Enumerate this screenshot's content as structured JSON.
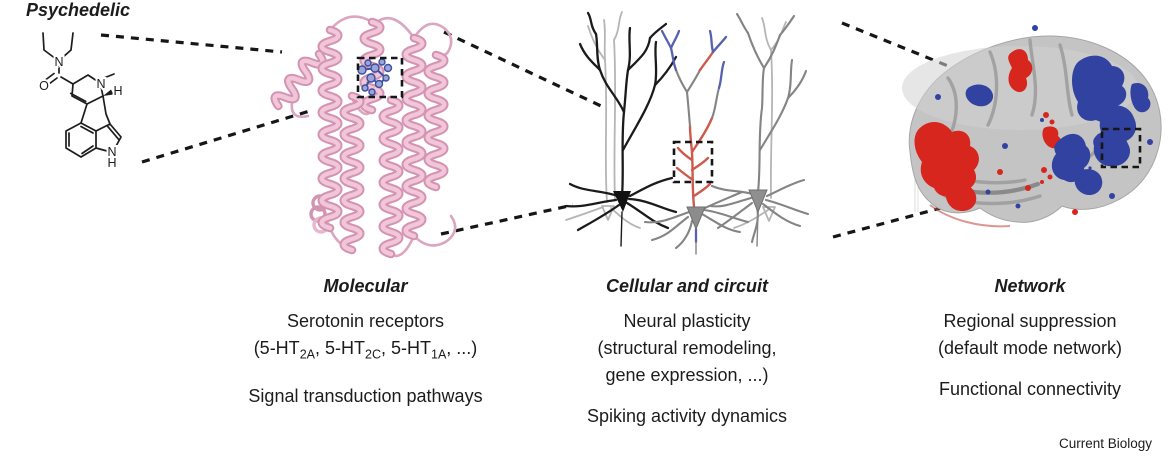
{
  "figure": {
    "credit": "Current Biology",
    "colors": {
      "activation_red": "#d7261d",
      "deactivation_blue": "#3142a0",
      "receptor_pink": "#e9b6cb",
      "ligand_blue": "#5661b0",
      "neuron_red": "#cd5a4c",
      "brain_gray": "#c4c4c4",
      "text": "#1c1c1c"
    }
  },
  "molecule": {
    "n_amide": "N",
    "o_carbonyl": "O",
    "n_ring": "N",
    "h_stereo": "H",
    "n_indole": "N",
    "h_indole": "H"
  },
  "columns": {
    "psychedelic": {
      "title": "Psychedelic"
    },
    "molecular": {
      "title": "Molecular",
      "line1": "Serotonin receptors",
      "receptors": {
        "t1": "(5-HT",
        "s1": "2A",
        "t2": ", 5-HT",
        "s2": "2C",
        "t3": ", 5-HT",
        "s3": "1A",
        "t4": ", ...)"
      },
      "line3": "Signal transduction pathways"
    },
    "cellular": {
      "title": "Cellular and circuit",
      "line1": "Neural plasticity",
      "line2": "(structural remodeling,",
      "line3": "gene expression, ...)",
      "line4": "Spiking activity dynamics"
    },
    "network": {
      "title": "Network",
      "line1": "Regional suppression",
      "line2": "(default mode network)",
      "line3": "Functional connectivity"
    }
  }
}
